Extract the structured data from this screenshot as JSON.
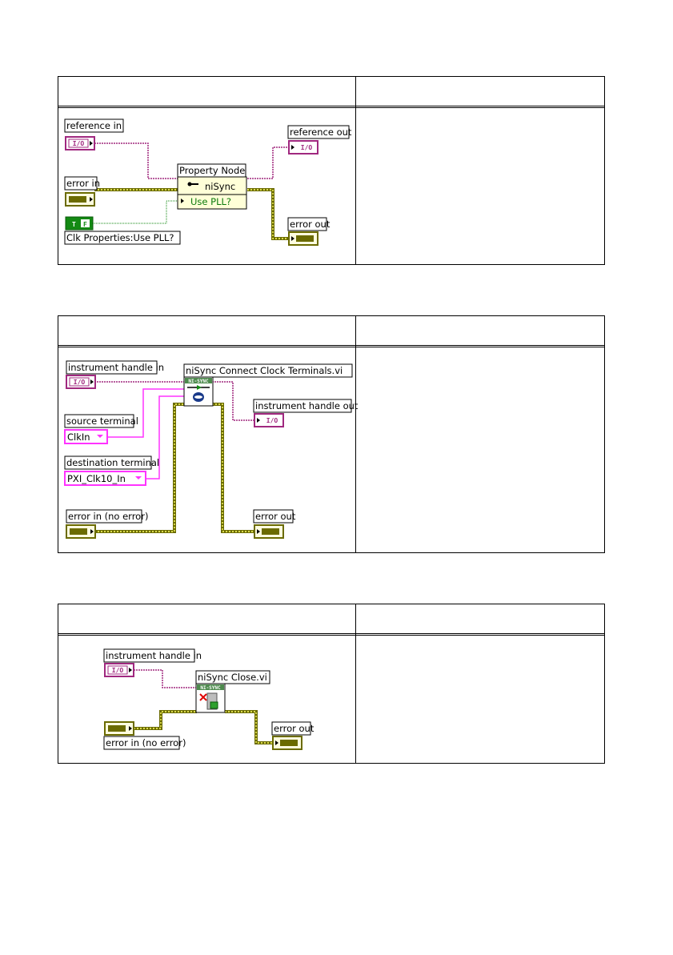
{
  "diagram1": {
    "reference_in": "reference in",
    "error_in": "error in",
    "property_node": "Property Node",
    "class_name": "niSync",
    "property": "Use PLL?",
    "constant_label": "Clk Properties:Use PLL?",
    "reference_out": "reference out",
    "error_out": "error out"
  },
  "diagram2": {
    "instrument_handle_in": "instrument handle in",
    "vi_name": "niSync Connect Clock Terminals.vi",
    "instrument_handle_out": "instrument handle out",
    "source_terminal": "source terminal",
    "source_value": "ClkIn",
    "destination_terminal": "destination terminal",
    "destination_value": "PXI_Clk10_In",
    "error_in": "error in (no error)",
    "error_out": "error out"
  },
  "diagram3": {
    "instrument_handle_in": "instrument handle in",
    "vi_name": "niSync Close.vi",
    "error_in": "error in (no error)",
    "error_out": "error out"
  },
  "common": {
    "io_text": "I/O",
    "nisync_banner": "NI-SYNC",
    "bool_t": "T",
    "bool_f": "F"
  },
  "colors": {
    "refnum_wire": "#a0287f",
    "error_wire": "#6b6b00",
    "enum_wire": "#ff33ff",
    "bool_wire": "#138a13",
    "node_fill": "#ffffd8"
  }
}
